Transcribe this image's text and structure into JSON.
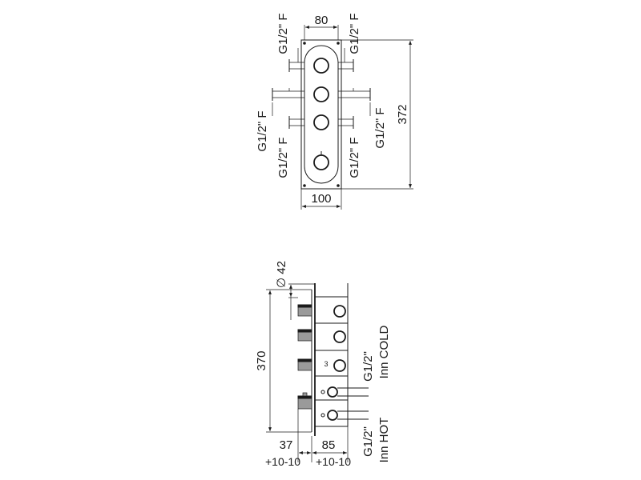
{
  "front_view": {
    "labels": {
      "top_left_conn": "G1/2\" F",
      "top_right_conn": "G1/2\" F",
      "mid_left_conn": "G1/2\" F",
      "mid_right_conn": "G1/2\" F",
      "low_left_conn": "G1/2\" F",
      "low_right_conn": "G1/2\" F"
    },
    "dimensions": {
      "top_width": "80",
      "bottom_width": "100",
      "height": "372"
    }
  },
  "side_view": {
    "dimensions": {
      "diameter": "∅ 42",
      "height": "370",
      "depth_left": "37",
      "depth_right": "85",
      "tol_left": "+10-10",
      "tol_right": "+10-10"
    },
    "labels": {
      "inlet_cold_size": "G1/2\"",
      "inlet_cold_name": "Inn COLD",
      "inlet_hot_size": "G1/2\"",
      "inlet_hot_name": "Inn HOT",
      "position_marker": "3"
    }
  }
}
